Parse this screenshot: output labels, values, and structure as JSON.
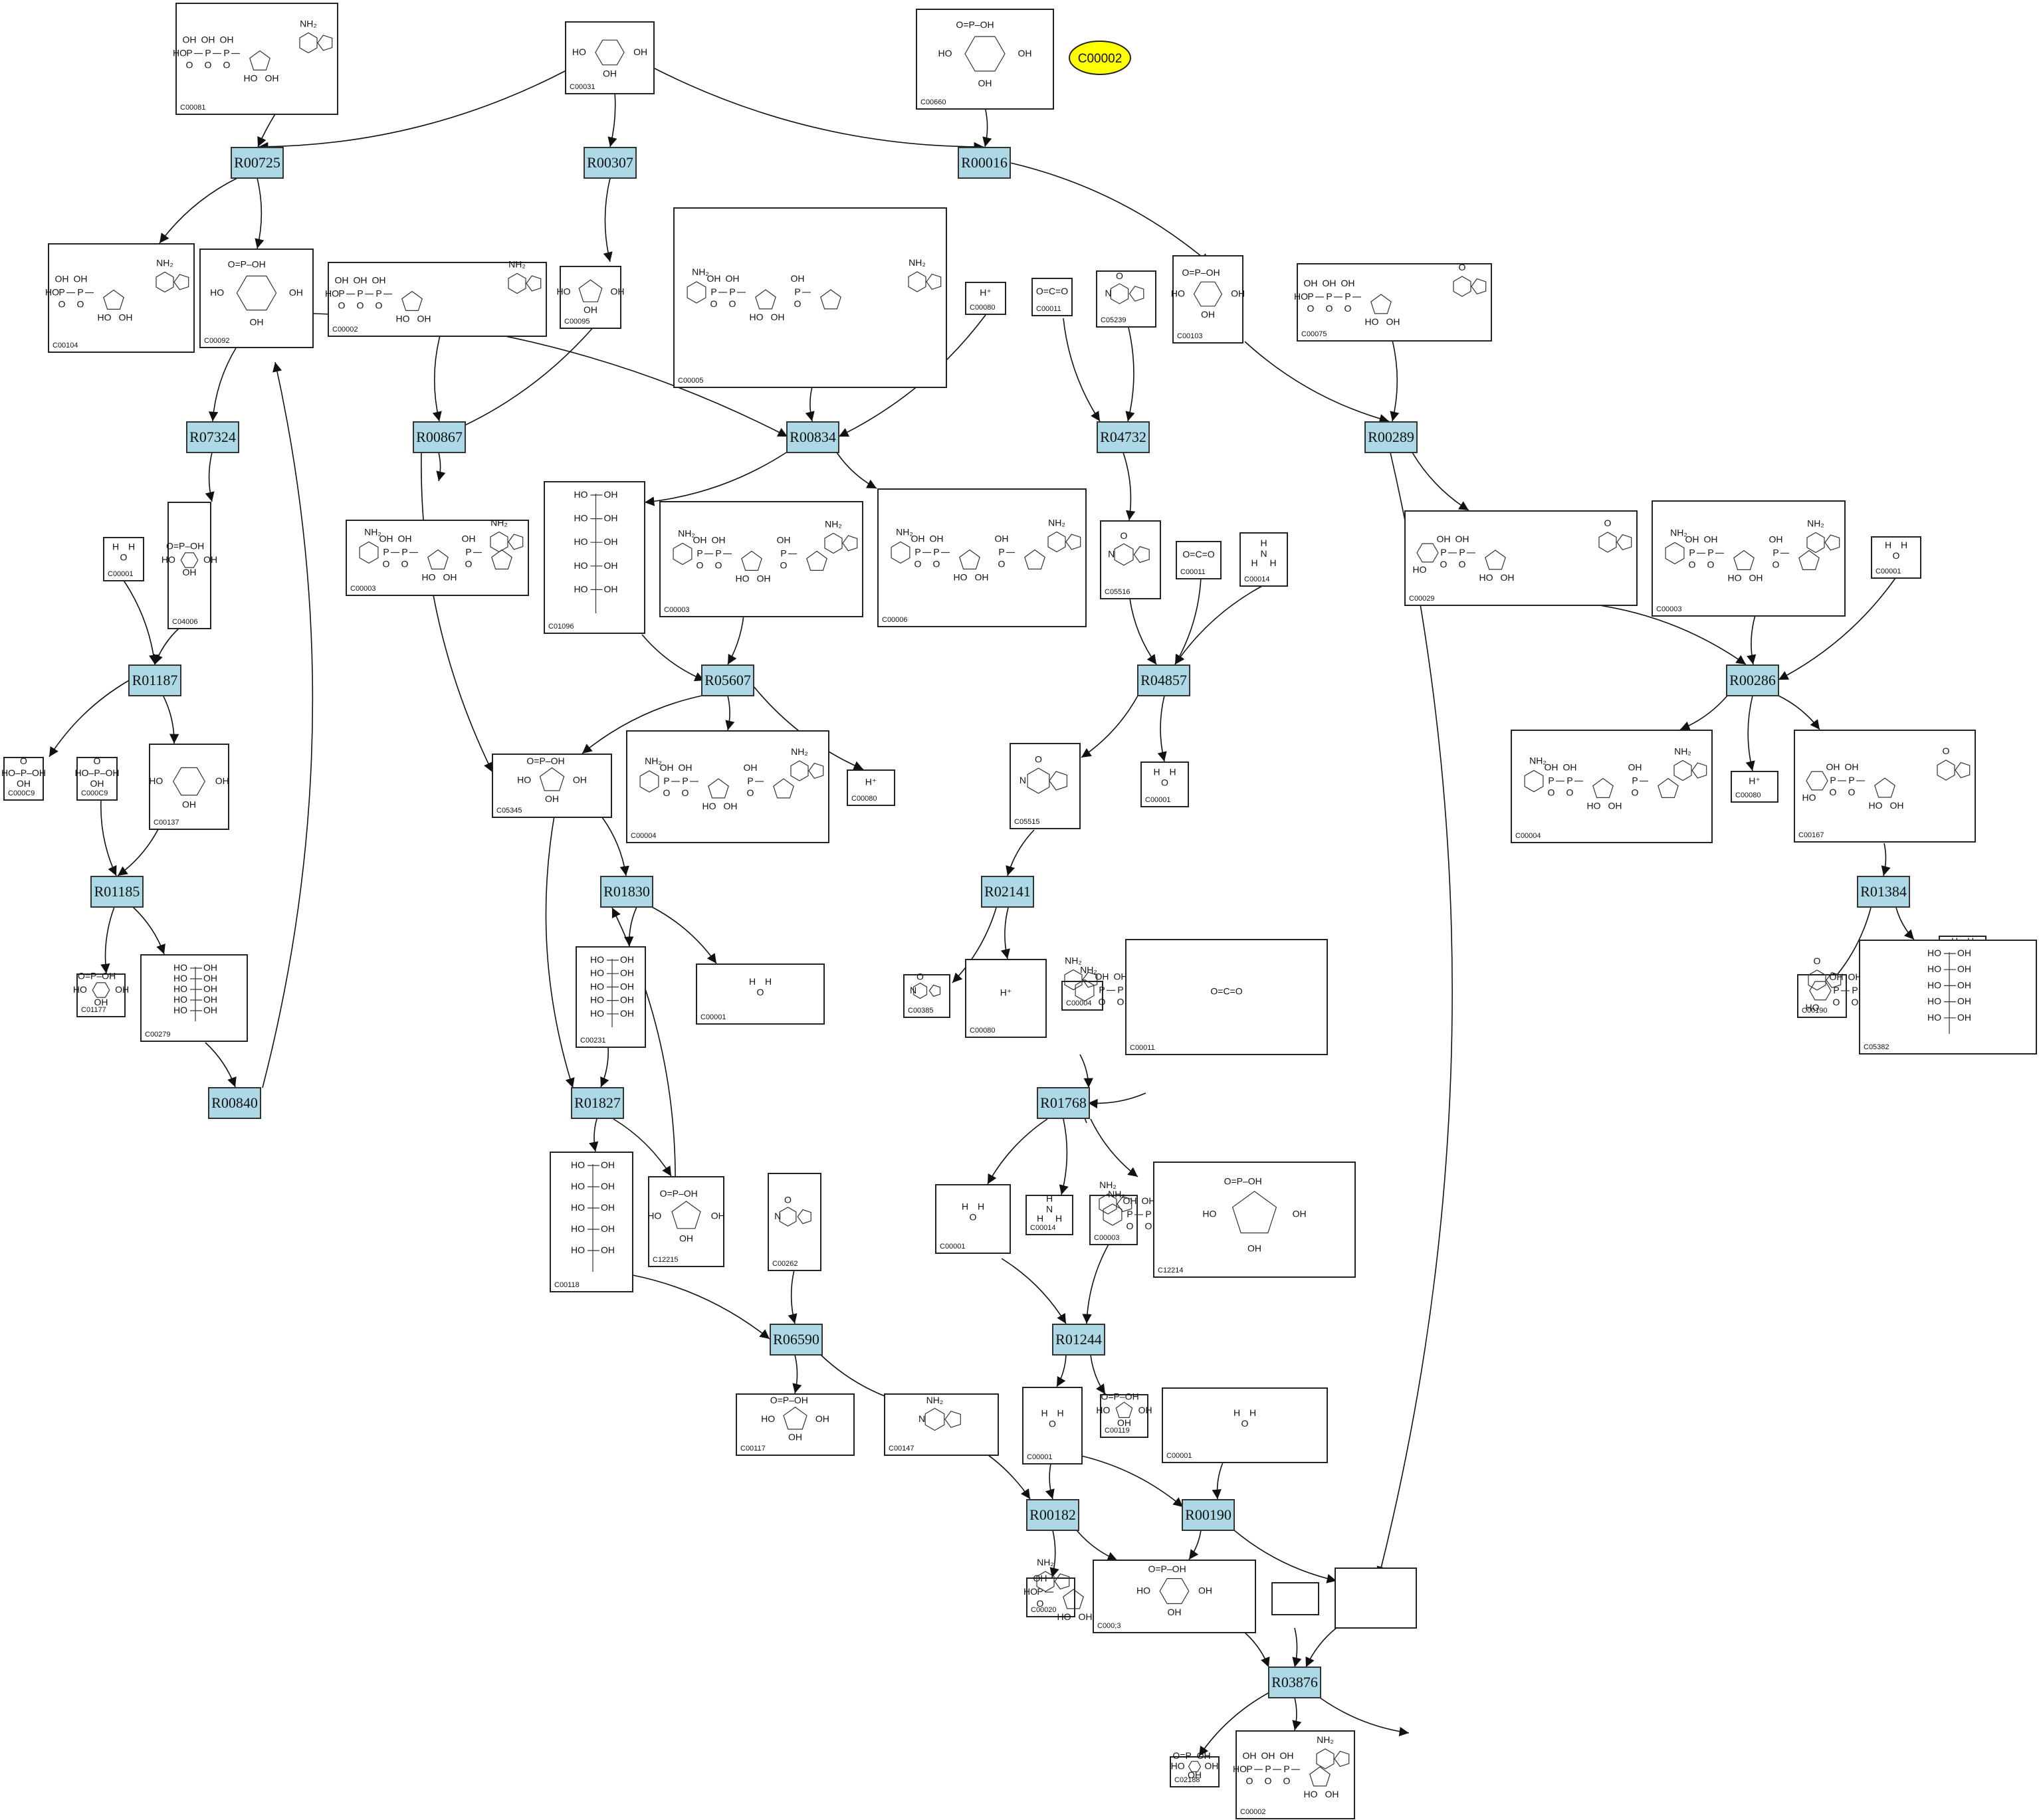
{
  "highlight": "C00002",
  "reactions": [
    "R00725",
    "R00307",
    "R00016",
    "R07324",
    "R00867",
    "R00834",
    "R04732",
    "R00289",
    "R01187",
    "R05607",
    "R04857",
    "R00286",
    "R01185",
    "R01830",
    "R02141",
    "R01384",
    "R00840",
    "R01827",
    "R01768",
    "R06590",
    "R01244",
    "R00182",
    "R00190",
    "R03876"
  ],
  "compounds": [
    {
      "id": "C00081",
      "mol": "ITP"
    },
    {
      "id": "C00031",
      "mol": "glucose"
    },
    {
      "id": "C00660",
      "mol": "sugar-P2"
    },
    {
      "id": "C00104",
      "mol": "IDP"
    },
    {
      "id": "C00092",
      "mol": "glucose-6P"
    },
    {
      "id": "C00002",
      "mol": "ATP"
    },
    {
      "id": "C00095",
      "mol": "fructose"
    },
    {
      "id": "C00005",
      "mol": "NADPH"
    },
    {
      "id": "C00080",
      "mol": "H+"
    },
    {
      "id": "C00011",
      "mol": "CO2"
    },
    {
      "id": "C05239",
      "mol": "imidazole"
    },
    {
      "id": "C00103",
      "mol": "glucose-1P"
    },
    {
      "id": "C00075",
      "mol": "UTP"
    },
    {
      "id": "C00001",
      "mol": "H2O"
    },
    {
      "id": "C04006",
      "mol": "inositol-P"
    },
    {
      "id": "C00003",
      "mol": "NAD"
    },
    {
      "id": "C01096",
      "mol": "sorbitol-6P"
    },
    {
      "id": "C00003",
      "mol": "NAD"
    },
    {
      "id": "C00006",
      "mol": "NADP"
    },
    {
      "id": "C05516",
      "mol": "AICA"
    },
    {
      "id": "C00011",
      "mol": "CO2"
    },
    {
      "id": "C00014",
      "mol": "NH3"
    },
    {
      "id": "C00029",
      "mol": "UDP-glucose"
    },
    {
      "id": "C00003",
      "mol": "NAD"
    },
    {
      "id": "C00001",
      "mol": "H2O"
    },
    {
      "id": "C000C9",
      "mol": "phosphate"
    },
    {
      "id": "C000C9",
      "mol": "phosphate"
    },
    {
      "id": "C00137",
      "mol": "inositol"
    },
    {
      "id": "C05345",
      "mol": "fructose-6P"
    },
    {
      "id": "C00004",
      "mol": "NADH"
    },
    {
      "id": "C00080",
      "mol": "H+"
    },
    {
      "id": "C05515",
      "mol": "carboxamide"
    },
    {
      "id": "C00001",
      "mol": "H2O"
    },
    {
      "id": "C00004",
      "mol": "NADH"
    },
    {
      "id": "C00080",
      "mol": "H+"
    },
    {
      "id": "C00167",
      "mol": "UDP-glucuronate"
    },
    {
      "id": "C00001",
      "mol": "H2O"
    },
    {
      "id": "C01177",
      "mol": "inositol-P"
    },
    {
      "id": "C00279",
      "mol": "erythrose-4P"
    },
    {
      "id": "C00231",
      "mol": "xylulose-5P"
    },
    {
      "id": "C00001",
      "mol": "H2O"
    },
    {
      "id": "C00385",
      "mol": "xanthine"
    },
    {
      "id": "C00080",
      "mol": "H+"
    },
    {
      "id": "C00004",
      "mol": "NADH"
    },
    {
      "id": "C00011",
      "mol": "CO2"
    },
    {
      "id": "C00190",
      "mol": "UDP-xylose"
    },
    {
      "id": "C05382",
      "mol": "sedoheptulose-7P"
    },
    {
      "id": "C00118",
      "mol": "glyceraldehyde-3P"
    },
    {
      "id": "C12215",
      "mol": "amino-sugar-P"
    },
    {
      "id": "C00262",
      "mol": "hypoxanthine"
    },
    {
      "id": "C00001",
      "mol": "H2O"
    },
    {
      "id": "C00014",
      "mol": "NH3"
    },
    {
      "id": "C00003",
      "mol": "NAD"
    },
    {
      "id": "C12214",
      "mol": "amino-sugar-P"
    },
    {
      "id": "C00117",
      "mol": "ribose-5P"
    },
    {
      "id": "C00147",
      "mol": "adenine"
    },
    {
      "id": "C00001",
      "mol": "H2O"
    },
    {
      "id": "C00119",
      "mol": "PRPP"
    },
    {
      "id": "C00001",
      "mol": "H2O"
    },
    {
      "id": "C00020",
      "mol": "AMP"
    },
    {
      "id": "C000;3",
      "mol": "pyrophosphate"
    },
    {
      "id": "",
      "mol": "empty"
    },
    {
      "id": "",
      "mol": "empty"
    },
    {
      "id": "C02188",
      "mol": "protein-lysine"
    },
    {
      "id": "C00002",
      "mol": "ATP"
    }
  ]
}
